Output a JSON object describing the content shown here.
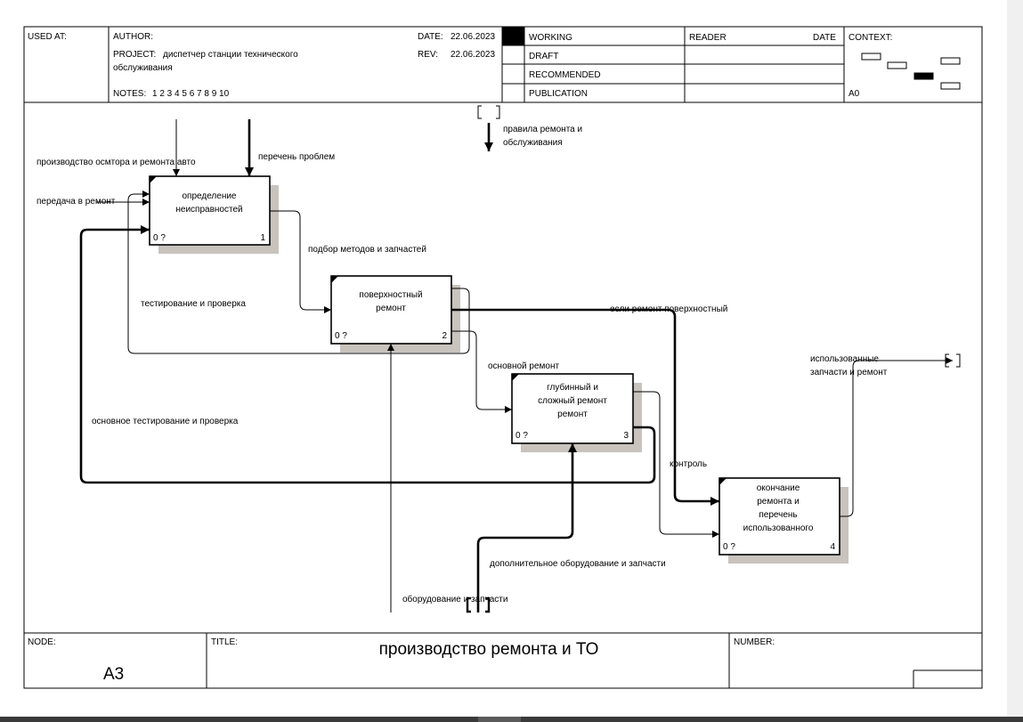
{
  "header": {
    "used_at_label": "USED AT:",
    "author_label": "AUTHOR:",
    "project_label": "PROJECT:",
    "project_value_line1": "диспетчер станции технического",
    "project_value_line2": "обслуживания",
    "notes_label": "NOTES:",
    "notes_value": "1  2  3  4  5  6  7  8  9  10",
    "date_label": "DATE:",
    "date_value": "22.06.2023",
    "rev_label": "REV:",
    "rev_value": "22.06.2023",
    "status_working": "WORKING",
    "status_draft": "DRAFT",
    "status_recommended": "RECOMMENDED",
    "status_publication": "PUBLICATION",
    "reader_label": "READER",
    "reader_date_label": "DATE",
    "context_label": "CONTEXT:",
    "context_node": "A0"
  },
  "boxes": [
    {
      "title_line1": "определение",
      "title_line2": "неисправностей",
      "title_line3": "",
      "title_line4": "",
      "cost": "0 ?",
      "number": "1"
    },
    {
      "title_line1": "поверхностный",
      "title_line2": "ремонт",
      "title_line3": "",
      "title_line4": "",
      "cost": "0 ?",
      "number": "2"
    },
    {
      "title_line1": "глубинный и",
      "title_line2": "сложный ремонт",
      "title_line3": "ремонт",
      "title_line4": "",
      "cost": "0 ?",
      "number": "3"
    },
    {
      "title_line1": "окончание",
      "title_line2": "ремонта и",
      "title_line3": "перечень",
      "title_line4": "использованного",
      "cost": "0 ?",
      "number": "4"
    }
  ],
  "arrow_labels": {
    "production_inspection": "производство осмтора и ремонта авто",
    "transfer_to_repair": "передача в ремонт",
    "problem_list": "перечень проблем",
    "repair_rules_line1": "правила ремонта и",
    "repair_rules_line2": "обслуживания",
    "methods_parts": "подбор методов и запчастей",
    "testing_check": "тестирование и проверка",
    "if_surface": "если ремонт поверхностный",
    "main_repair": "основной ремонт",
    "main_testing": "основное тестирование и проверка",
    "control": "контроль",
    "used_parts_line1": "использованные",
    "used_parts_line2": "запчасти и ремонт",
    "extra_equipment": "дополнительное оборудование и запчасти",
    "equipment_parts": "оборудование и запчасти"
  },
  "footer": {
    "node_label": "NODE:",
    "node_value": "A3",
    "title_label": "TITLE:",
    "title_value": "производство ремонта  и ТО",
    "number_label": "NUMBER:"
  }
}
